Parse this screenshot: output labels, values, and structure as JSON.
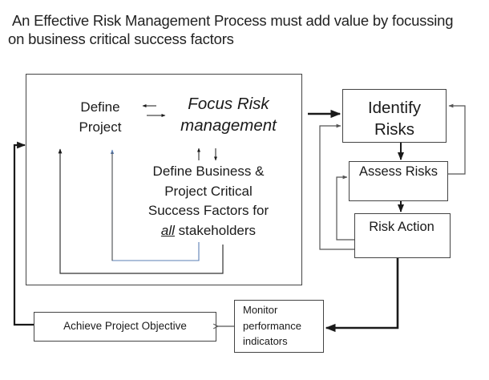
{
  "title": {
    "line1": "An Effective Risk Management Process must add value by focussing",
    "line2": "on business critical success factors"
  },
  "diagram": {
    "left_group": {
      "define_project": {
        "line1": "Define",
        "line2": "Project"
      },
      "focus_risk": {
        "line1": "Focus Risk",
        "line2": "management"
      },
      "define_csf": {
        "line1": "Define Business &",
        "line2": "Project Critical",
        "line3": "Success Factors for",
        "line4_emph": "all",
        "line4_rest": " stakeholders"
      }
    },
    "risk_cycle": {
      "identify": {
        "line1": "Identify",
        "line2": "Risks"
      },
      "assess": "Assess Risks",
      "action": "Risk Action"
    },
    "monitor": {
      "line1": "Monitor",
      "line2": "performance",
      "line3": "indicators"
    },
    "achieve": "Achieve Project Objective",
    "colors": {
      "line": "#1a1a1a",
      "box_border": "#444444",
      "blue_connector": "#5b7fb5",
      "gray_connector": "#555555"
    }
  }
}
